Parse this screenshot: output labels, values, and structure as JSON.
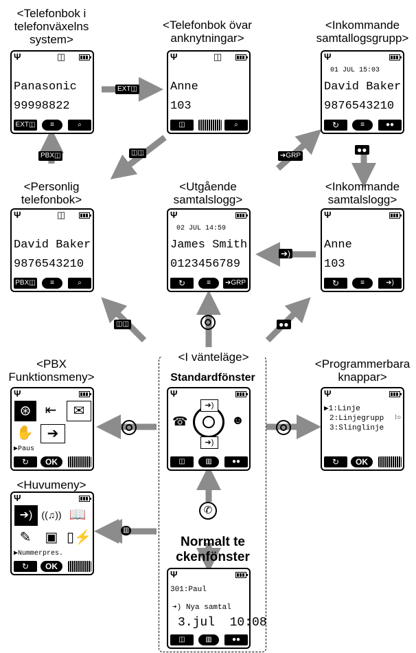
{
  "captions": {
    "ext_phonebook": "<Telefonbok i\ntelefonväxelns\nsystem>",
    "ext_phonebook_l1": "<Telefonbok i",
    "ext_phonebook_l2": "telefonväxelns",
    "ext_phonebook_l3": "system>",
    "ext_list_l1": "<Telefonbok övar",
    "ext_list_l2": "anknytningar>",
    "incoming_group_l1": "<Inkommande",
    "incoming_group_l2": "samtallogsgrupp>",
    "personal_l1": "<Personlig",
    "personal_l2": "telefonbok>",
    "outgoing_l1": "<Utgående",
    "outgoing_l2": "samtalslogg>",
    "incoming_l1": "<Inkommande",
    "incoming_l2": "samtalslogg>",
    "pbx_l1": "<PBX",
    "pbx_l2": "Funktionsmeny>",
    "standby_title": "<I vänteläge>",
    "standard_window": "Standardfönster",
    "programmable_l1": "<Programmerbara",
    "programmable_l2": "knappar>",
    "main_menu": "<Huvumeny>",
    "normal_l1": "Normalt te",
    "normal_l2": "ckenfönster"
  },
  "screens": {
    "ext_phonebook": {
      "line1": "Panasonic",
      "line2": "99998822",
      "soft_left": "EXT◫"
    },
    "ext_list": {
      "line1": "Anne",
      "line2": "103"
    },
    "incoming_group": {
      "date": "01 JUL  15:03",
      "line1": "David Baker",
      "line2": "9876543210"
    },
    "personal": {
      "line1": "David Baker",
      "line2": "9876543210",
      "soft_left": "PBX◫"
    },
    "outgoing": {
      "date": "02 JUL  14:59",
      "line1": "James Smith",
      "line2": "0123456789",
      "soft_right": "➔GRP"
    },
    "incoming": {
      "line1": "Anne",
      "line2": "103"
    },
    "pbx_menu": {
      "selected": "Paus"
    },
    "programmable": {
      "item1": "1:Linje",
      "item2": "2:Linjegrupp",
      "item3": "3:Slinglinje"
    },
    "main_menu": {
      "selected": "Nummerpres."
    },
    "normal": {
      "ext": "301:Paul",
      "new_calls": "Nya samtal",
      "date": "3.jul",
      "time": "10:08"
    }
  },
  "arrow_labels": {
    "ext": "EXT◫",
    "pbx": "PBX◫",
    "grp": "➔GRP",
    "ok_soft": "OK"
  },
  "colors": {
    "arrow": "#8c8c8c",
    "ink": "#000000",
    "bg": "#ffffff"
  }
}
